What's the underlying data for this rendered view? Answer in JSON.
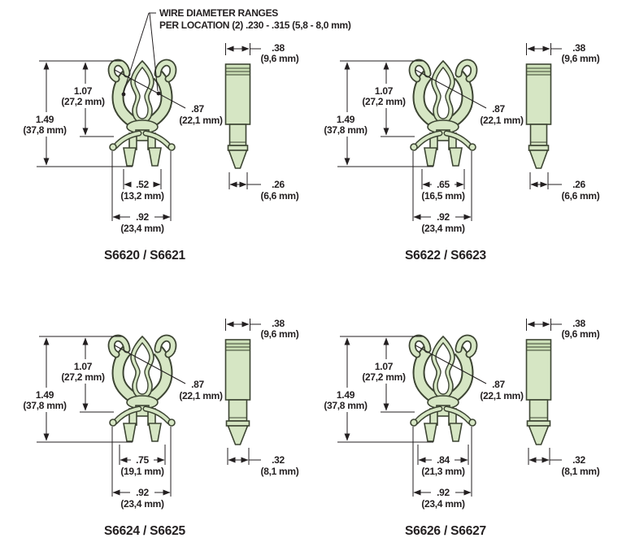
{
  "note": {
    "line1": "WIRE DIAMETER RANGES",
    "line2": "PER LOCATION (2) .230 - .315 (5,8 - 8,0 mm)"
  },
  "colors": {
    "part_fill": "#d6e6c4",
    "part_outline": "#3d4533",
    "line_and_text": "#231f20",
    "background": "#ffffff"
  },
  "panels": [
    {
      "title": "S6620 / S6621",
      "dims": {
        "overall_height_in": "1.49",
        "overall_height_mm": "(37,8 mm)",
        "cradle_height_in": "1.07",
        "cradle_height_mm": "(27,2 mm)",
        "cradle_width_in": ".87",
        "cradle_width_mm": "(22,1 mm)",
        "foot_span_in": ".52",
        "foot_span_mm": "(13,2 mm)",
        "base_span_in": ".92",
        "base_span_mm": "(23,4 mm)",
        "pin_width_in": ".38",
        "pin_width_mm": "(9,6 mm)",
        "tip_width_in": ".26",
        "tip_width_mm": "(6,6 mm)"
      }
    },
    {
      "title": "S6622 / S6623",
      "dims": {
        "overall_height_in": "1.49",
        "overall_height_mm": "(37,8 mm)",
        "cradle_height_in": "1.07",
        "cradle_height_mm": "(27,2 mm)",
        "cradle_width_in": ".87",
        "cradle_width_mm": "(22,1 mm)",
        "foot_span_in": ".65",
        "foot_span_mm": "(16,5 mm)",
        "base_span_in": ".92",
        "base_span_mm": "(23,4 mm)",
        "pin_width_in": ".38",
        "pin_width_mm": "(9,6 mm)",
        "tip_width_in": ".26",
        "tip_width_mm": "(6,6 mm)"
      }
    },
    {
      "title": "S6624 / S6625",
      "dims": {
        "overall_height_in": "1.49",
        "overall_height_mm": "(37,8 mm)",
        "cradle_height_in": "1.07",
        "cradle_height_mm": "(27,2 mm)",
        "cradle_width_in": ".87",
        "cradle_width_mm": "(22,1 mm)",
        "foot_span_in": ".75",
        "foot_span_mm": "(19,1 mm)",
        "base_span_in": ".92",
        "base_span_mm": "(23,4 mm)",
        "pin_width_in": ".38",
        "pin_width_mm": "(9,6 mm)",
        "tip_width_in": ".32",
        "tip_width_mm": "(8,1 mm)"
      }
    },
    {
      "title": "S6626 / S6627",
      "dims": {
        "overall_height_in": "1.49",
        "overall_height_mm": "(37,8 mm)",
        "cradle_height_in": "1.07",
        "cradle_height_mm": "(27,2 mm)",
        "cradle_width_in": ".87",
        "cradle_width_mm": "(22,1 mm)",
        "foot_span_in": ".84",
        "foot_span_mm": "(21,3 mm)",
        "base_span_in": ".92",
        "base_span_mm": "(23,4 mm)",
        "pin_width_in": ".38",
        "pin_width_mm": "(9,6 mm)",
        "tip_width_in": ".32",
        "tip_width_mm": "(8,1 mm)"
      }
    }
  ]
}
